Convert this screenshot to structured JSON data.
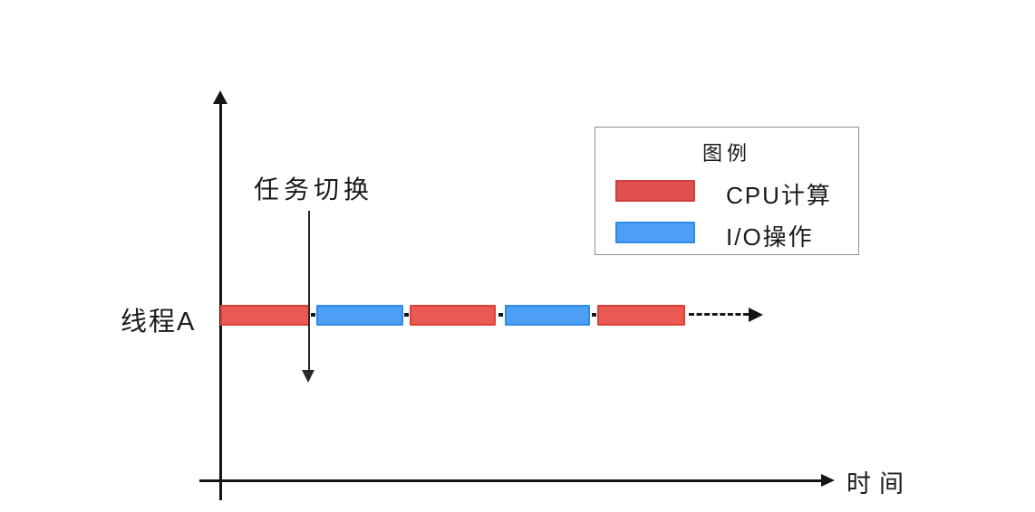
{
  "diagram": {
    "thread_label": "线程A",
    "x_axis_label": "时间",
    "annotation_label": "任务切换",
    "colors": {
      "cpu": "#ea5a52",
      "io": "#4d9ef5",
      "line": "#151515",
      "background": "#ffffff"
    },
    "legend": {
      "title": "图例",
      "items": [
        {
          "type": "cpu",
          "label": "CPU计算",
          "color": "#e05050"
        },
        {
          "type": "io",
          "label": "I/O操作",
          "color": "#4d9ef5"
        }
      ]
    },
    "timeline": {
      "segments": [
        {
          "type": "cpu",
          "label": "CPU计算"
        },
        {
          "type": "io",
          "label": "I/O操作"
        },
        {
          "type": "cpu",
          "label": "CPU计算"
        },
        {
          "type": "io",
          "label": "I/O操作"
        },
        {
          "type": "cpu",
          "label": "CPU计算"
        }
      ],
      "continues_with_dashed_arrow": true
    }
  }
}
